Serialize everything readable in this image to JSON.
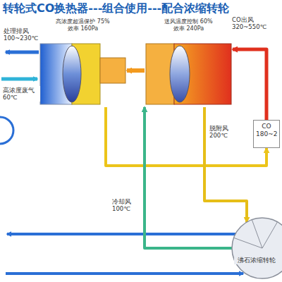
{
  "diagram": {
    "title": "转轮式CO换热器---组合使用---配合浓缩转轮",
    "nodes": [
      {
        "text": [
          "高浓度超温保护 75%效率 160Pa"
        ]
      },
      {
        "text": [
          "送风温度控制 60%效率 240Pa"
        ]
      },
      {
        "text": [
          "CO 180~2"
        ]
      },
      {
        "text": [
          "沸石浓缩转轮"
        ]
      }
    ],
    "edges": [
      {
        "from": 1,
        "to": 0,
        "arrow": "to"
      },
      {
        "from": 0,
        "to": 2,
        "arrow": "to"
      },
      {
        "from": 1,
        "to": 3,
        "label": "脱附风 200℃",
        "arrow": "to"
      },
      {
        "from": 3,
        "to": 1,
        "label": "冷却风 100℃",
        "arrow": "to"
      },
      {
        "from": 2,
        "to": 1,
        "label": "CO出风 320~550℃",
        "arrow": "to"
      }
    ],
    "labels": [
      "处理排风 100~230℃",
      "高浓度废气 60℃"
    ]
  }
}
